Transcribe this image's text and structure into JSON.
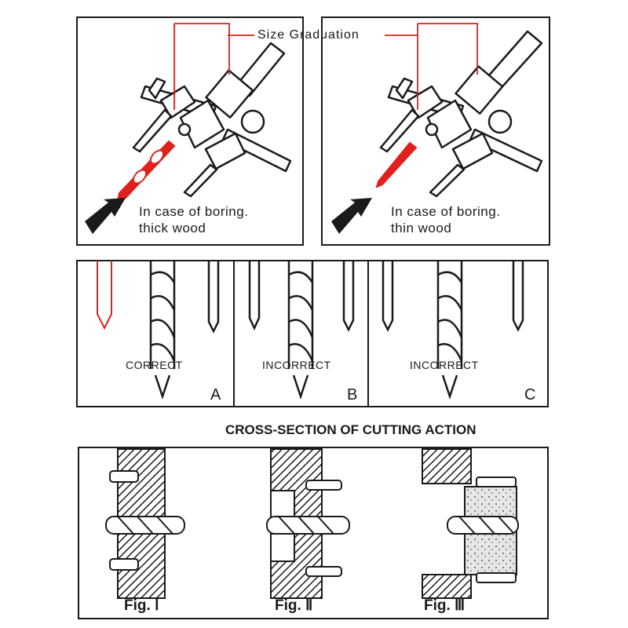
{
  "top": {
    "size_graduation_label": "Size Graduation",
    "left": {
      "caption_line1": "In case of boring.",
      "caption_line2": "thick wood"
    },
    "right": {
      "caption_line1": "In case of boring.",
      "caption_line2": "thin wood"
    }
  },
  "middle": {
    "panels": [
      {
        "status": "CORRECT",
        "letter": "A"
      },
      {
        "status": "INCORRECT",
        "letter": "B"
      },
      {
        "status": "INCORRECT",
        "letter": "C"
      }
    ]
  },
  "cross_section": {
    "title": "CROSS-SECTION OF CUTTING ACTION",
    "figures": [
      {
        "label": "Fig. Ⅰ"
      },
      {
        "label": "Fig. Ⅱ"
      },
      {
        "label": "Fig. Ⅲ"
      }
    ]
  },
  "colors": {
    "accent": "#e0201c",
    "ink": "#1a1a1a"
  }
}
